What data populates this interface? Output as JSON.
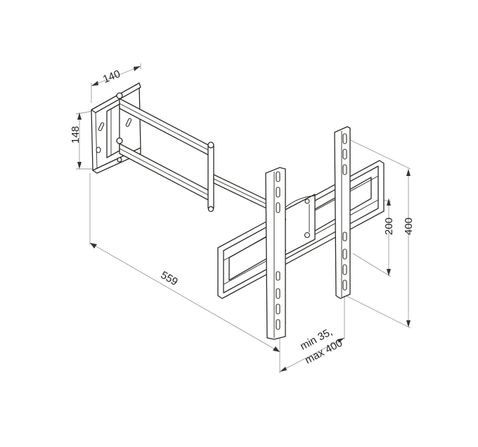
{
  "drawing": {
    "subject": "Full-motion swing-arm TV wall mount bracket",
    "line_color": "#2b2a26",
    "dimension_line_color": "#9a9a9a",
    "background": "#ffffff"
  },
  "dimensions": {
    "wall_plate_width": "140",
    "wall_plate_height": "148",
    "max_extension": "559",
    "vesa_horizontal_line1": "min 35,",
    "vesa_horizontal_line2": "max 400",
    "vesa_vertical_inner": "200",
    "vesa_vertical_outer": "400"
  }
}
